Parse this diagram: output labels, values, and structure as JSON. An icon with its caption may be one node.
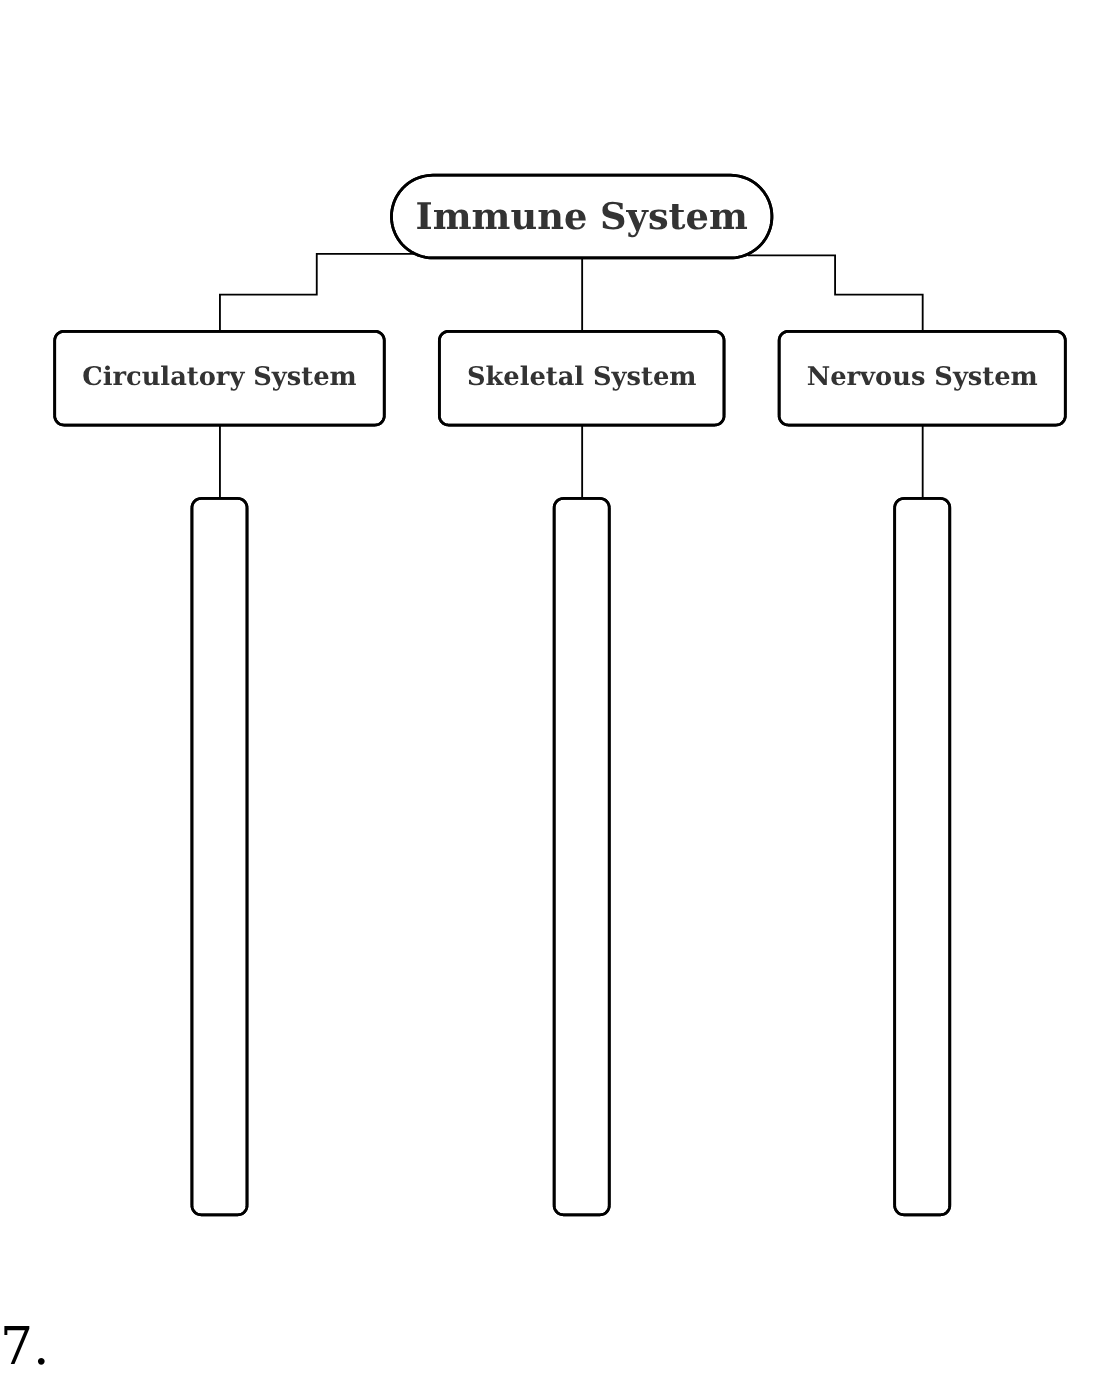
{
  "diagram": {
    "nodes": [
      {
        "text": [
          "Immune System"
        ]
      },
      {
        "text": [
          "Circulatory System"
        ]
      },
      {
        "text": [
          "Skeletal System"
        ]
      },
      {
        "text": [
          "Nervous System"
        ]
      },
      {
        "text": [],
        "shape": "box"
      },
      {
        "text": [],
        "shape": "box"
      },
      {
        "text": [],
        "shape": "box"
      }
    ],
    "edges": [
      {
        "from": 0,
        "to": 1,
        "arrow": "none"
      },
      {
        "from": 0,
        "to": 2,
        "arrow": "none"
      },
      {
        "from": 0,
        "to": 3,
        "arrow": "none"
      },
      {
        "from": 1,
        "to": 4,
        "arrow": "none"
      },
      {
        "from": 2,
        "to": 5,
        "arrow": "none"
      },
      {
        "from": 3,
        "to": 6,
        "arrow": "none"
      }
    ],
    "labels": [
      "7."
    ]
  }
}
